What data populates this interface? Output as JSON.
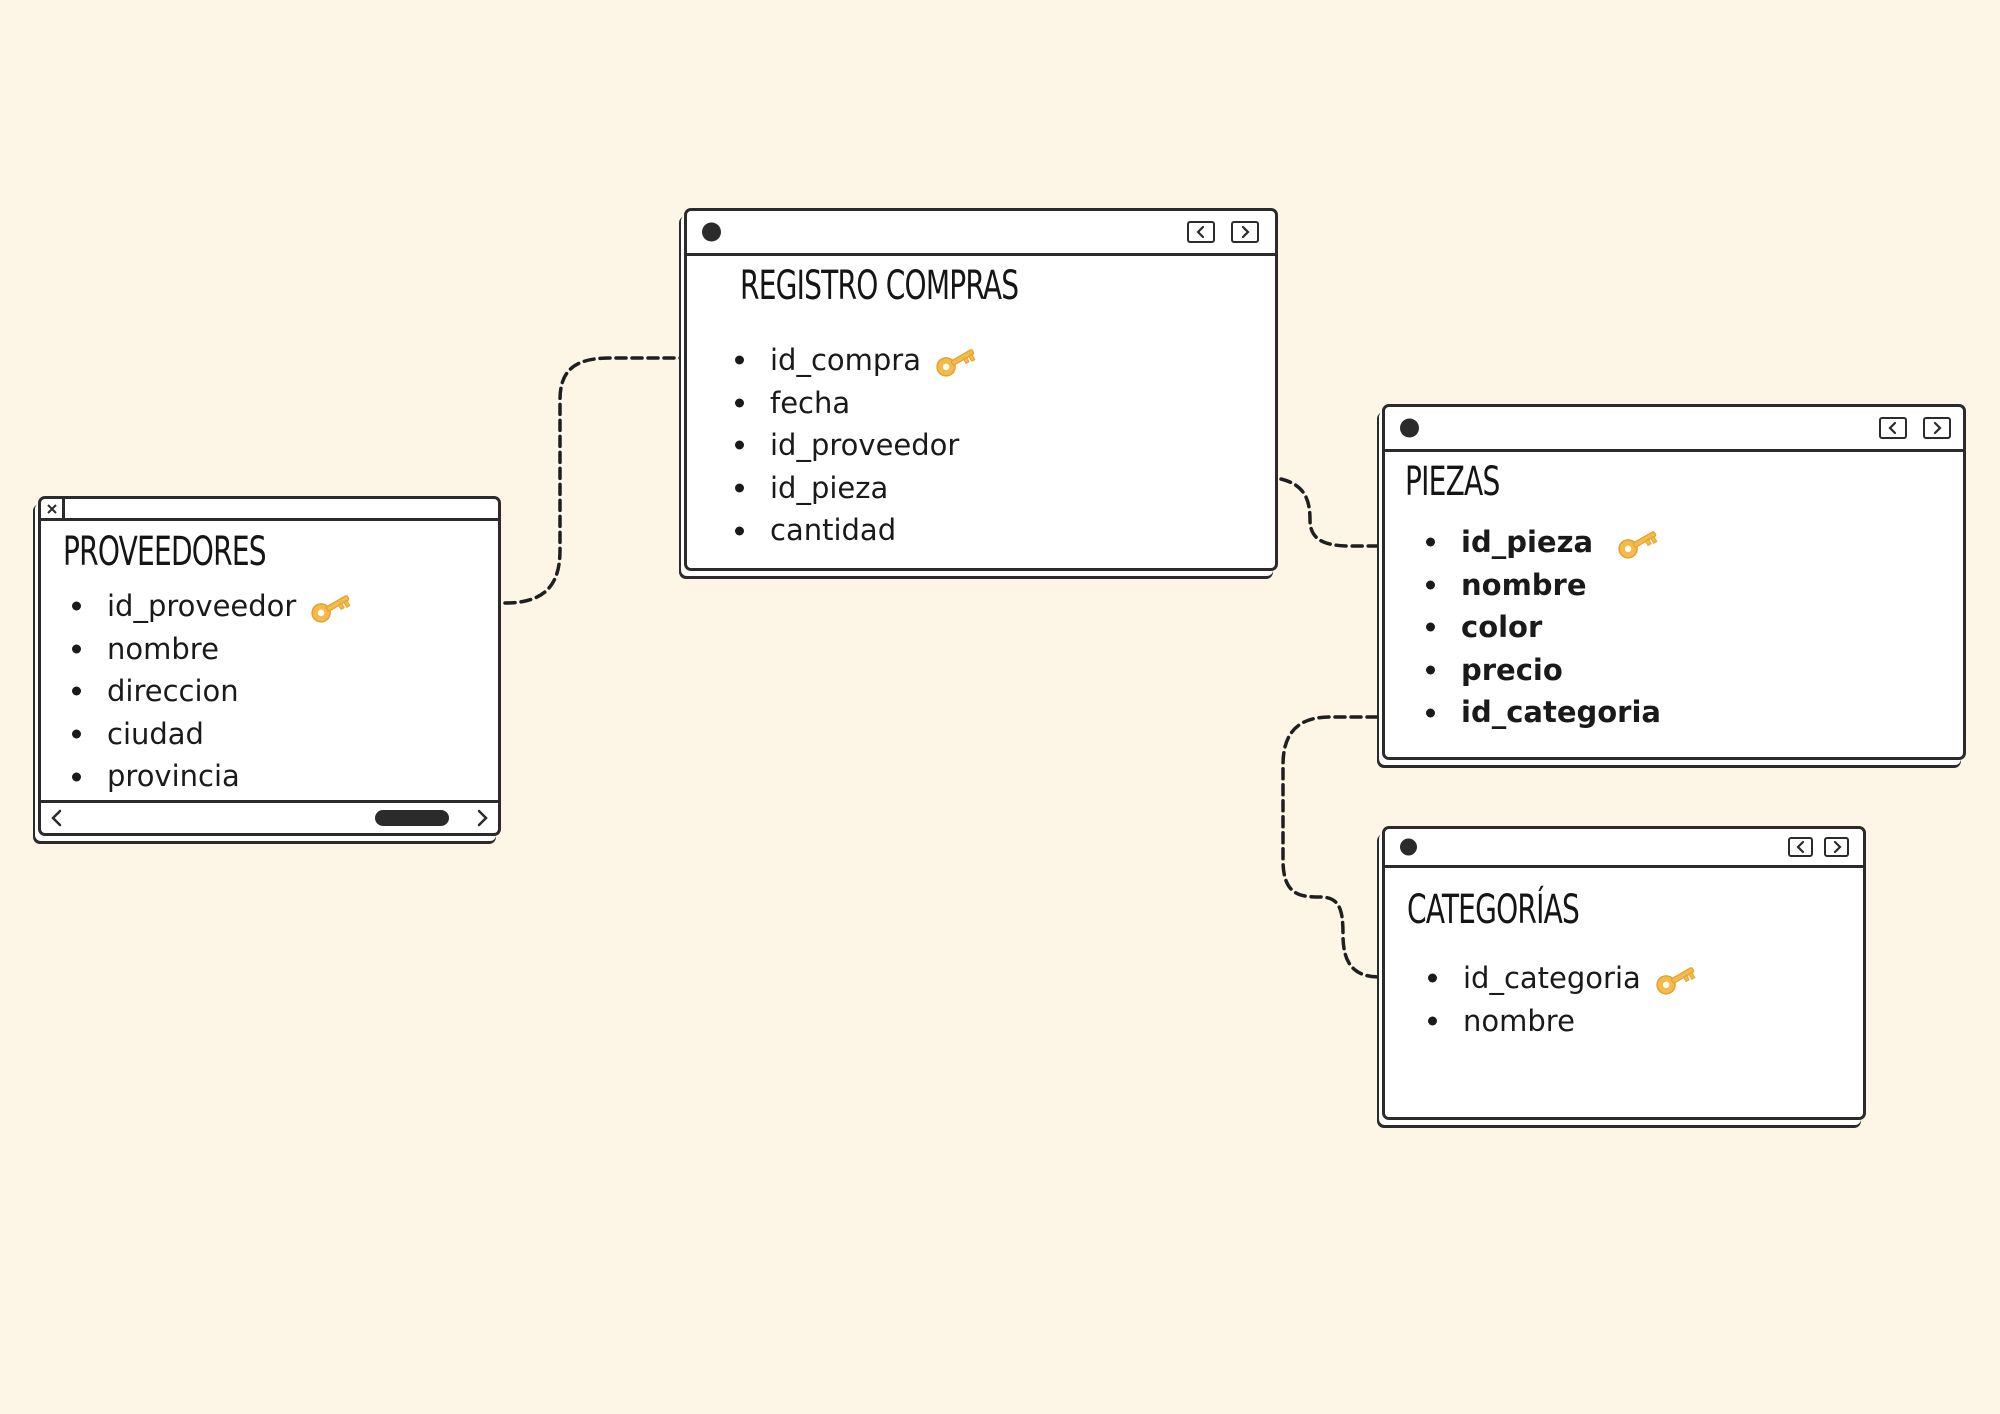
{
  "tables": {
    "proveedores": {
      "title": "PROVEEDORES",
      "fields": [
        "id_proveedor",
        "nombre",
        "direccion",
        "ciudad",
        "provincia"
      ],
      "key_icon": "key-icon"
    },
    "registro_compras": {
      "title": "REGISTRO COMPRAS",
      "fields": [
        "id_compra",
        "fecha",
        "id_proveedor",
        "id_pieza",
        "cantidad"
      ],
      "key_icon": "key-icon"
    },
    "piezas": {
      "title": "PIEZAS",
      "fields": [
        "id_pieza",
        "nombre",
        "color",
        "precio",
        "id_categoria"
      ],
      "key_icon": "key-icon"
    },
    "categorias": {
      "title": "CATEGORÍAS",
      "fields": [
        "id_categoria",
        "nombre"
      ],
      "key_icon": "key-icon"
    }
  },
  "colors": {
    "background": "#fdf5e6",
    "window": "#ffffff",
    "outline": "#2b2b2b",
    "key": "#f4bb4a"
  }
}
